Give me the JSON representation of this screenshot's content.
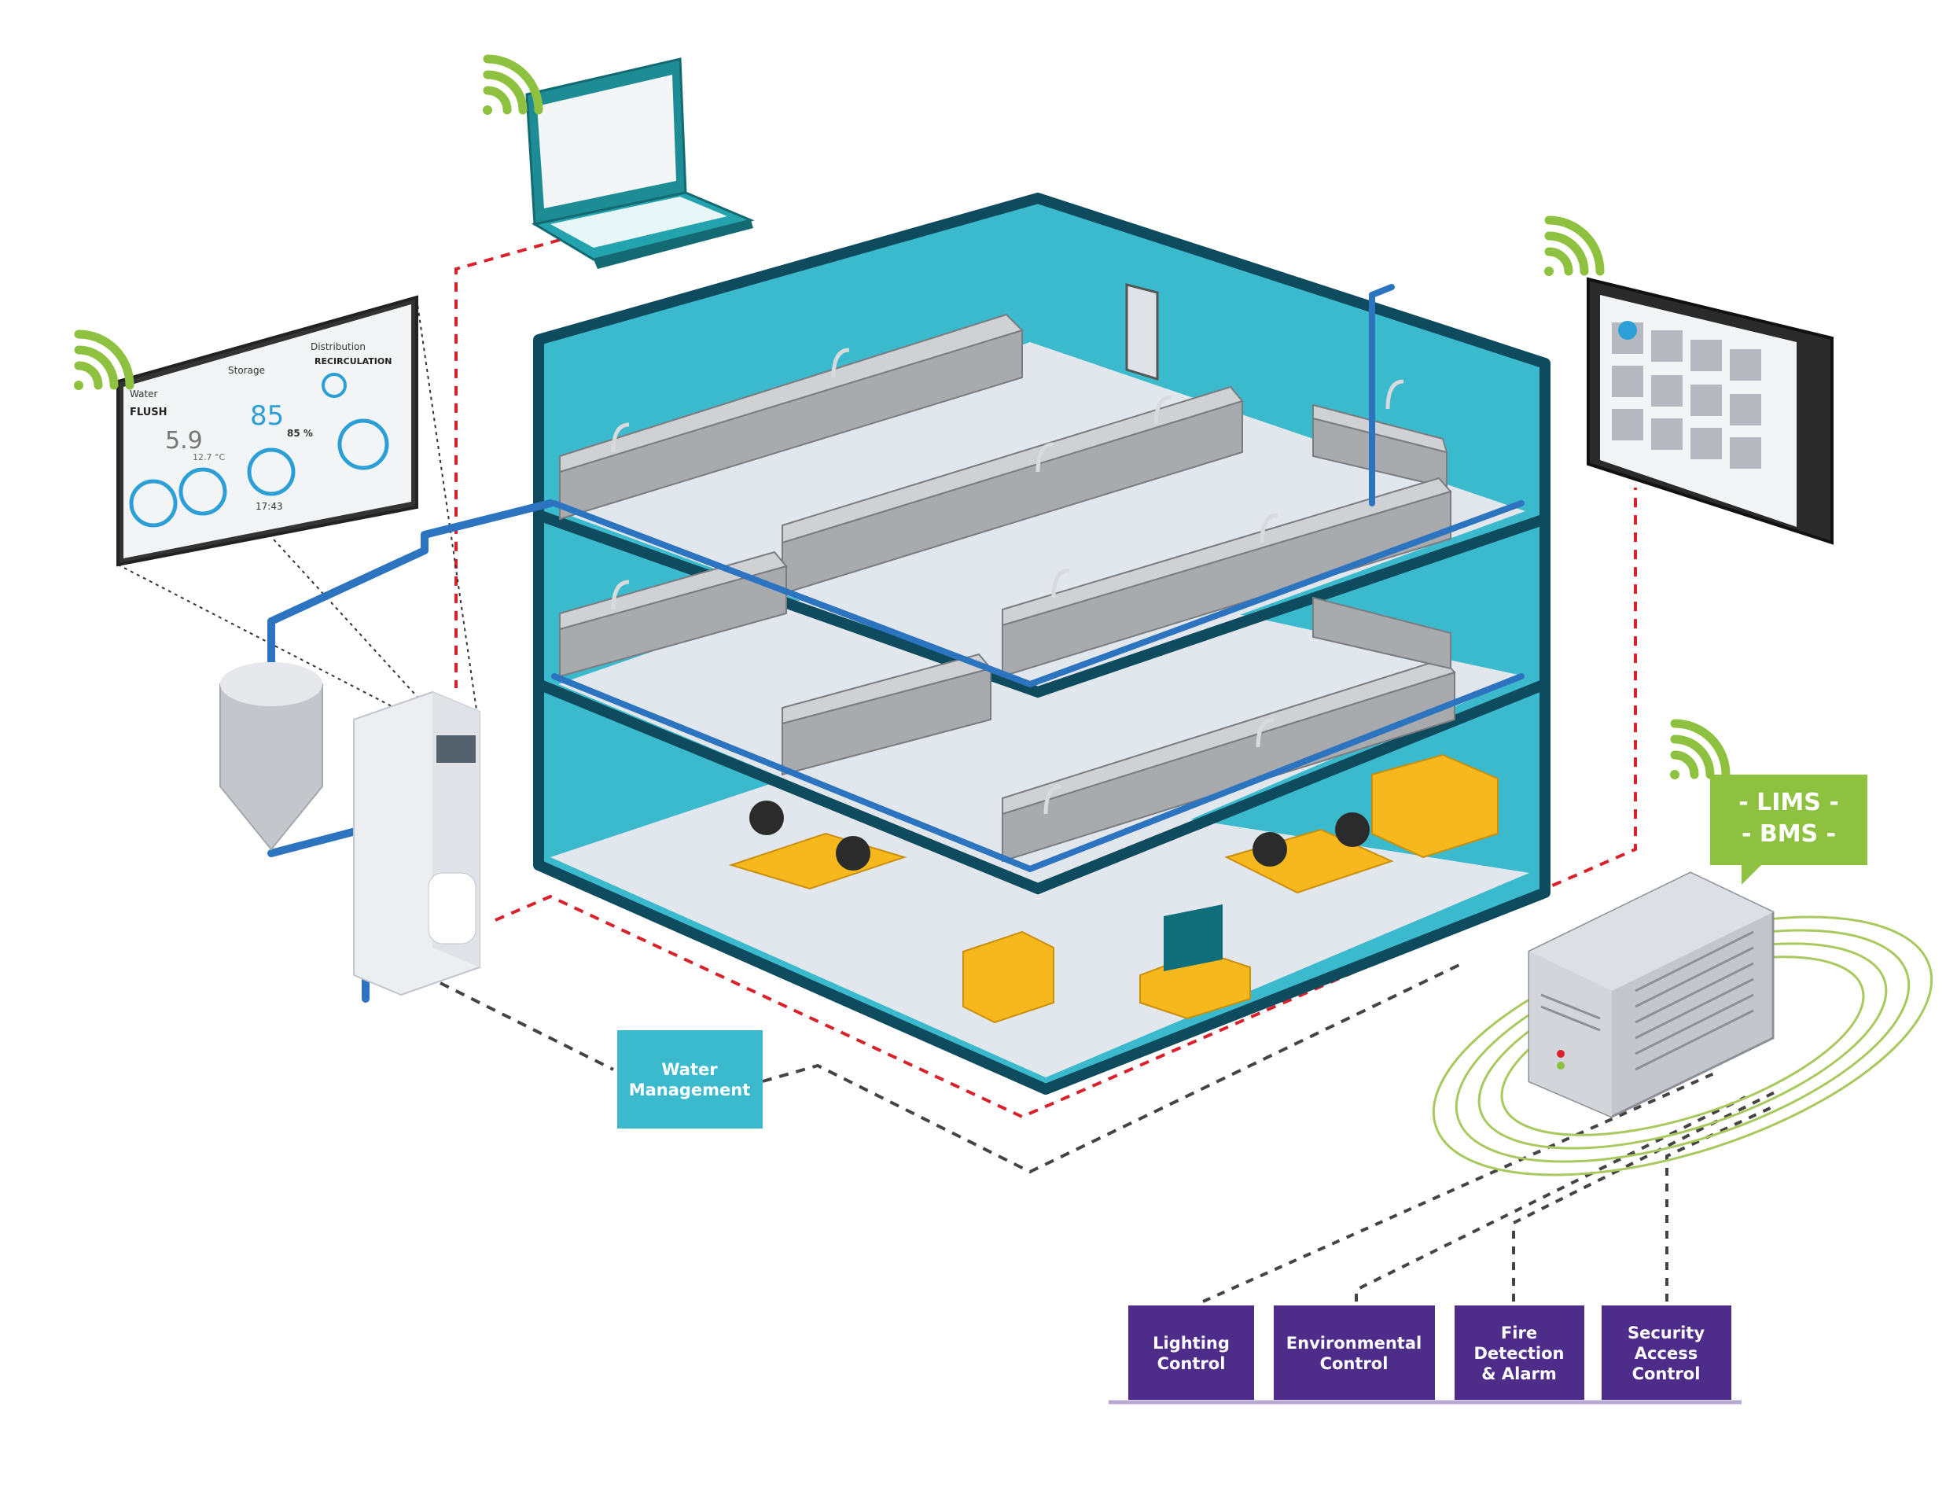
{
  "labels": {
    "water_management": [
      "Water",
      "Management"
    ],
    "lims_bms": [
      "- LIMS -",
      "- BMS -"
    ],
    "lighting": [
      "Lighting",
      "Control"
    ],
    "environmental": [
      "Environmental",
      "Control"
    ],
    "fire": [
      "Fire",
      "Detection",
      "& Alarm"
    ],
    "security": [
      "Security",
      "Access",
      "Control"
    ]
  },
  "wall_display": {
    "panel_titles": [
      "Water",
      "Storage",
      "Distribution"
    ],
    "mode": "FLUSH",
    "recirc": "RECIRCULATION",
    "quality_value": "5.9",
    "temperature": "12.7 °C",
    "storage_level": "85",
    "storage_percent": "85 %",
    "time": "17:43"
  },
  "colors": {
    "teal": "#3bb9cd",
    "dark_teal": "#0f4b5e",
    "purple": "#4e2c8a",
    "green": "#8dc13f",
    "pipe": "#2c74bf",
    "red_dash": "#d9212b",
    "grey_dash": "#444444"
  }
}
